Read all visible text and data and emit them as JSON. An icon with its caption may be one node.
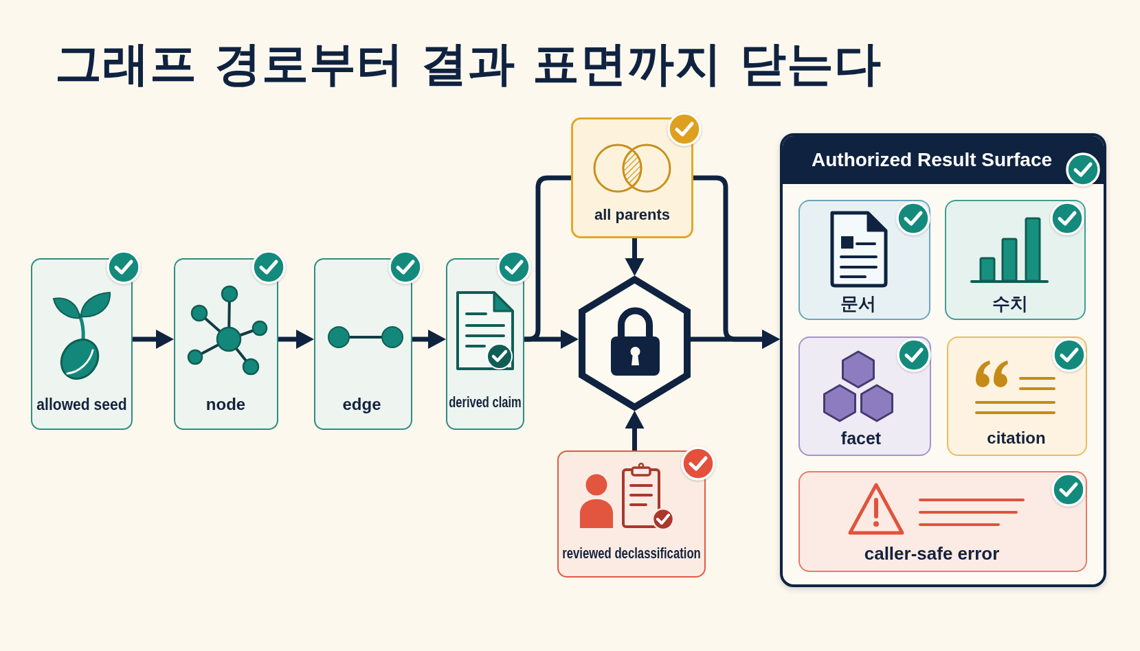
{
  "diagram": {
    "title": "그래프 경로부터 결과 표면까지 닫는다",
    "nodes": [
      {
        "text": [
          "allowed seed"
        ]
      },
      {
        "text": [
          "node"
        ]
      },
      {
        "text": [
          "edge"
        ]
      },
      {
        "text": [
          "derived claim"
        ]
      },
      {
        "text": [
          "all parents"
        ]
      },
      {
        "text": [],
        "shape": "hexagon"
      },
      {
        "text": [
          "reviewed declassification"
        ]
      },
      {
        "text": [
          "Authorized Result Surface"
        ]
      },
      {
        "text": [
          "문서"
        ],
        "in": 7
      },
      {
        "text": [
          "수치"
        ],
        "in": 7
      },
      {
        "text": [
          "facet"
        ],
        "in": 7
      },
      {
        "text": [
          "citation"
        ],
        "in": 7
      },
      {
        "text": [
          "caller-safe error"
        ],
        "in": 7
      }
    ],
    "edges": [
      {
        "from": 0,
        "to": 1,
        "arrow": "to"
      },
      {
        "from": 1,
        "to": 2,
        "arrow": "to"
      },
      {
        "from": 2,
        "to": 3,
        "arrow": "to"
      },
      {
        "from": 3,
        "to": 5,
        "arrow": "to"
      },
      {
        "from": 3,
        "to": 4,
        "arrow": "none"
      },
      {
        "from": 4,
        "to": 5,
        "arrow": "to"
      },
      {
        "from": 6,
        "to": 5,
        "arrow": "to"
      },
      {
        "from": 5,
        "to": 7,
        "arrow": "to"
      },
      {
        "from": 4,
        "to": 7,
        "arrow": "to"
      }
    ]
  }
}
